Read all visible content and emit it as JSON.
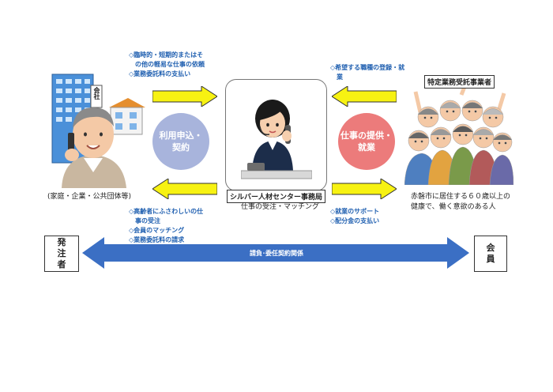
{
  "left_top_notes": [
    "◇臨時的・短期的またはその他の軽易な仕事の依頼",
    "◇業務委託料の支払い"
  ],
  "left_bottom_notes": [
    "◇高齢者にふさわしいの仕事の受注",
    "◇会員のマッチング",
    "◇業務委託料の請求"
  ],
  "right_top_notes": [
    "◇希望する職種の登録・就業"
  ],
  "right_bottom_notes": [
    "◇就業のサポート",
    "◇配分金の支払い"
  ],
  "left_circle": {
    "line1": "利用申込・",
    "line2": "契約",
    "color": "#a8b4dc"
  },
  "right_circle": {
    "line1": "仕事の提供・",
    "line2": "就業",
    "color": "#ec7b7b"
  },
  "center": {
    "title": "シルバー人材センター事務局",
    "subtitle": "仕事の受注・マッチング"
  },
  "client_caption": "(家庭・企業・公共団体等)",
  "company_sign": "会社",
  "contractor_label": "特定業務受託事業者",
  "member_caption": [
    "赤磐市に居住する６０歳以上の",
    "健康で、働く意欲のある人"
  ],
  "orderer_box": [
    "発",
    "注",
    "者"
  ],
  "member_box": [
    "会",
    "員"
  ],
  "relation_label": "請負･委任契約関係",
  "colors": {
    "yellow": "#f7f212",
    "blue_arrow": "#3b6fc4",
    "note_blue": "#1f5fb0"
  }
}
